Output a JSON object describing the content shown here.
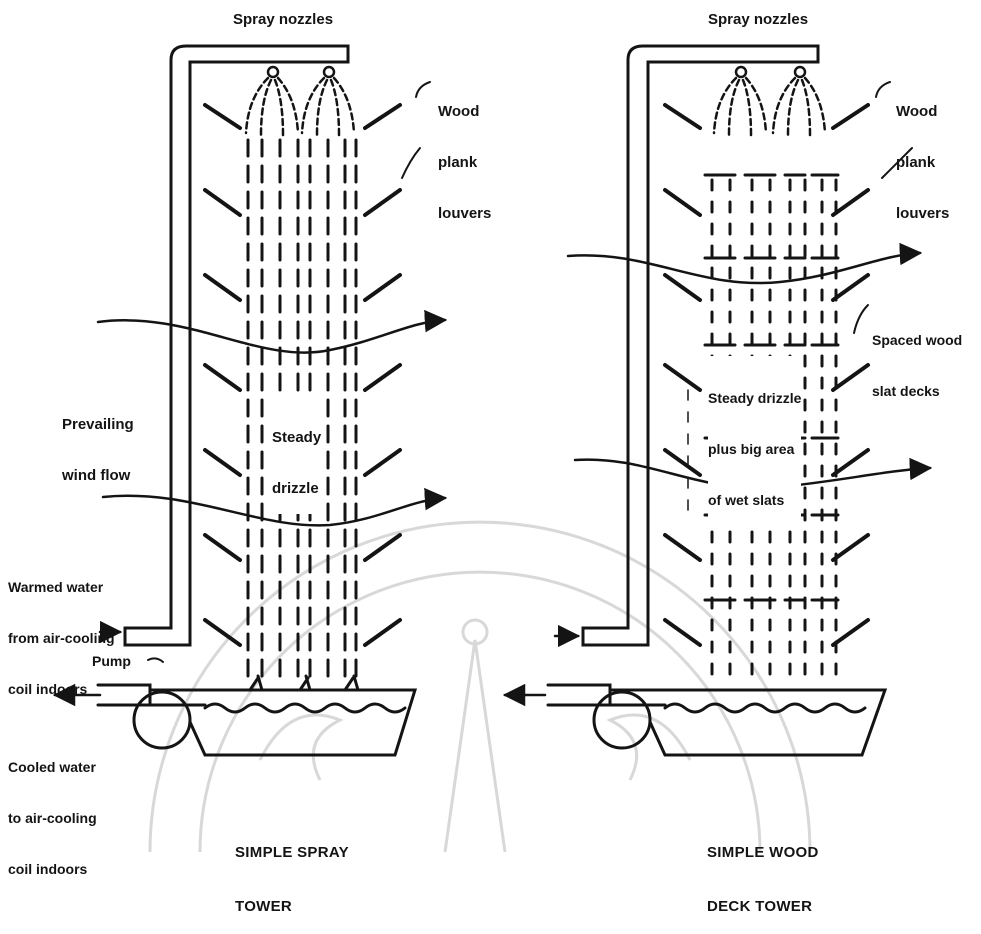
{
  "left_tower": {
    "spray_nozzles_label": "Spray nozzles",
    "louver_label": [
      "Wood",
      "plank",
      "louvers"
    ],
    "wind_label": [
      "Prevailing",
      "wind flow"
    ],
    "drizzle_label": [
      "Steady",
      "drizzle"
    ],
    "warmed_water_label": [
      "Warmed water",
      "from air-cooling",
      "coil indoors"
    ],
    "pump_label": "Pump",
    "cooled_water_label": [
      "Cooled water",
      "to air-cooling",
      "coil indoors"
    ],
    "caption": [
      "SIMPLE SPRAY",
      "TOWER"
    ]
  },
  "right_tower": {
    "spray_nozzles_label": "Spray nozzles",
    "louver_label": [
      "Wood",
      "plank",
      "louvers"
    ],
    "deck_label": [
      "Spaced wood",
      "slat decks"
    ],
    "drizzle_label": [
      "Steady drizzle",
      "plus big area",
      "of wet slats"
    ],
    "caption": [
      "SIMPLE WOOD",
      "DECK TOWER"
    ]
  },
  "colors": {
    "ink": "#141414",
    "watermark": "#d8d8d8",
    "background": "#ffffff"
  }
}
